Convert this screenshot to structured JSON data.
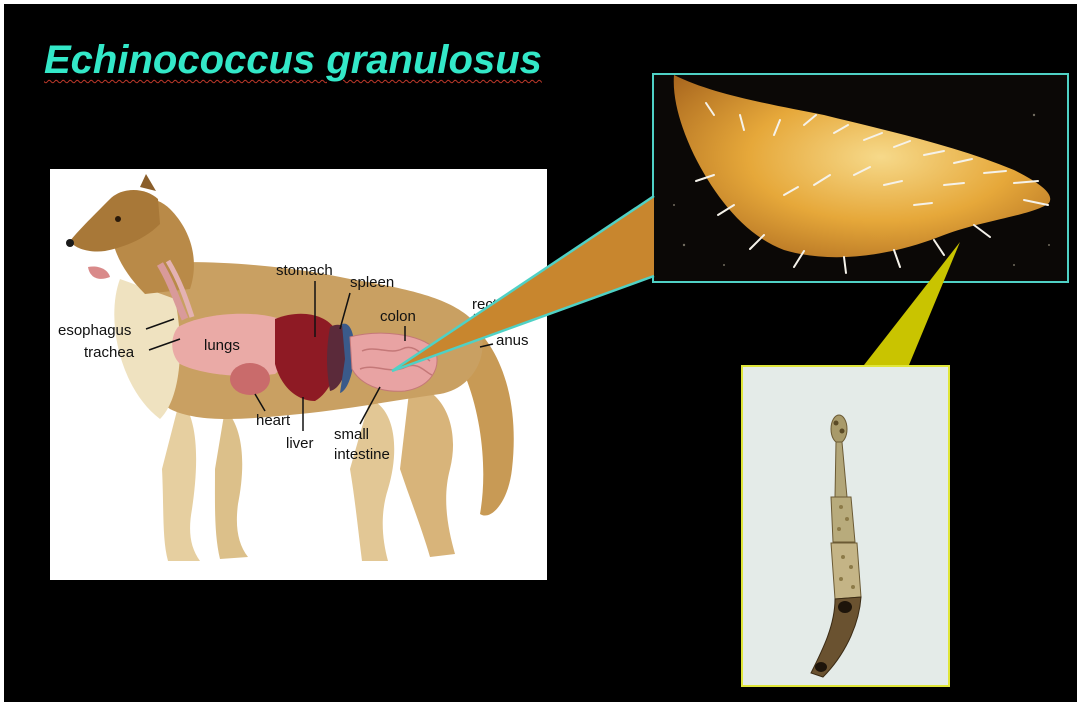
{
  "slide": {
    "title": "Echinococcus granulosus"
  },
  "dog_diagram": {
    "labels": {
      "stomach": "stomach",
      "spleen": "spleen",
      "rectum": "rectum",
      "colon": "colon",
      "anus": "anus",
      "esophagus": "esophagus",
      "trachea": "trachea",
      "lungs": "lungs",
      "heart": "heart",
      "liver": "liver",
      "small_intestine_line1": "small",
      "small_intestine_line2": "intestine"
    }
  },
  "colors": {
    "background": "#000000",
    "title": "#33e8c8",
    "macro_border": "#4fd1c5",
    "micro_border": "#e0e63a",
    "callout_macro": "#c8862e",
    "callout_micro": "#c9c400"
  }
}
